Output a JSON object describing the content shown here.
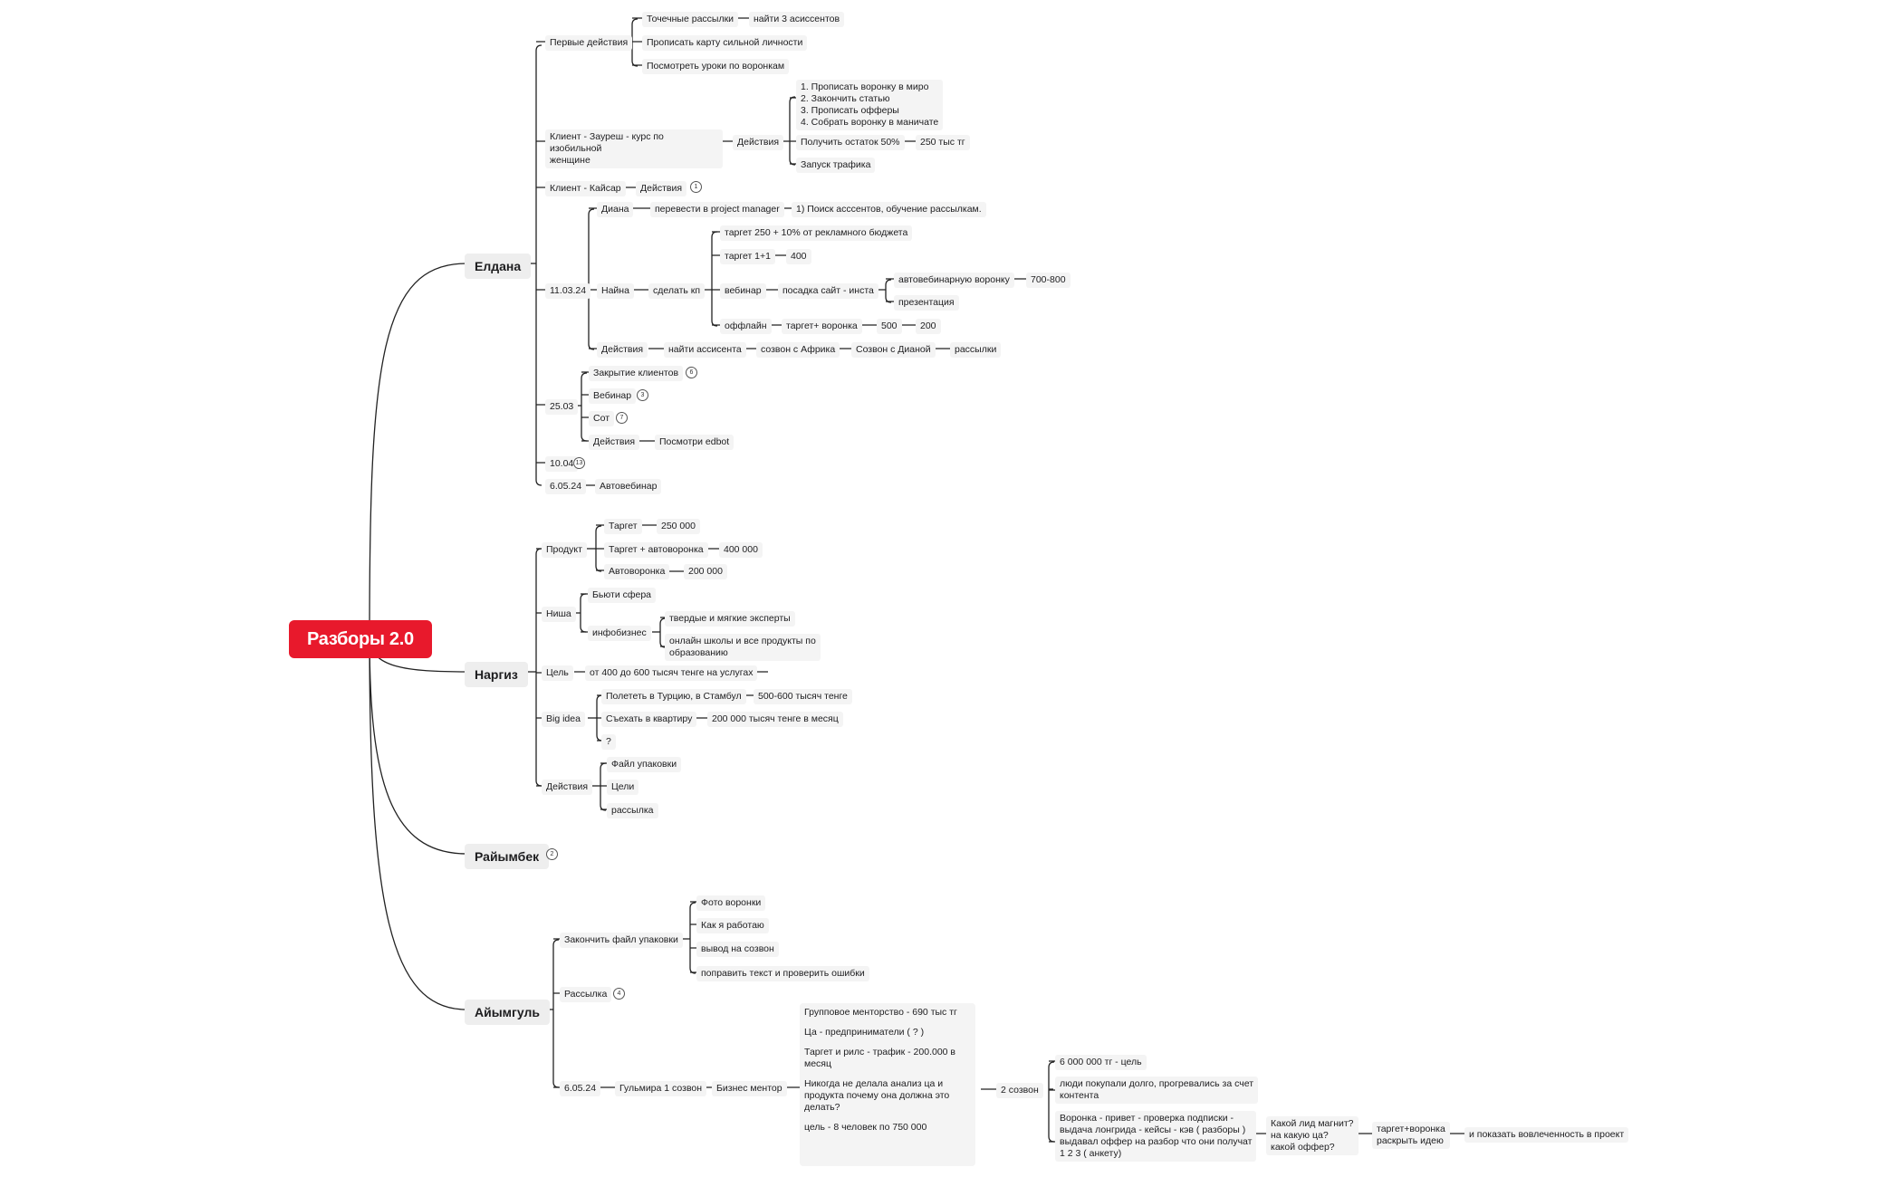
{
  "root": "Разборы 2.0",
  "eldana": {
    "label": "Елдана",
    "first_actions": {
      "label": "Первые действия",
      "point_mailings": "Точечные рассылки",
      "find_assistants": "найти 3 асиссентов",
      "strong_map": "Прописать карту сильной личности",
      "watch_lessons": "Посмотреть уроки по воронкам"
    },
    "client_zauresh": {
      "label": [
        "Клиент - Зауреш - курс по изобильной",
        "женщине"
      ],
      "actions": "Действия",
      "steps": [
        "1. Прописать воронку в миро",
        "2. Закончить статью",
        "3. Прописать офферы",
        "4. Собрать воронку в маничате"
      ],
      "remainder": "Получить остаток 50%",
      "remainder_amount": "250 тыс тг",
      "traffic": "Запуск трафика"
    },
    "client_kaisar": {
      "label": "Клиент - Кайсар",
      "actions": "Действия",
      "badge": "1"
    },
    "d1103": {
      "label": "11.03.24",
      "diana": "Диана",
      "diana_pm": "перевести в project manager",
      "diana_search": "1) Поиск асссентов, обучение рассылкам.",
      "naina": "Найна",
      "make_kp": "сделать кп",
      "target_250": "таргет 250 + 10% от рекламного бюджета",
      "target_11": "таргет 1+1",
      "target_11_val": "400",
      "webinar": "вебинар",
      "landing": "посадка сайт - инста",
      "autowebinar_funnel": "автовебинарную воронку",
      "autowebinar_val": "700-800",
      "presentation": "презентация",
      "offline": "оффлайн",
      "target_funnel": "таргет+ воронка",
      "offline_500": "500",
      "offline_200": "200",
      "actions": "Действия",
      "find_assistant": "найти ассисента",
      "call_africa": "созвон с Африка",
      "call_diana": "Созвон с Дианой",
      "mailings": "рассылки"
    },
    "d2503": {
      "label": "25.03",
      "closing": "Закрытие клиентов",
      "closing_badge": "6",
      "webinar": "Вебинар",
      "webinar_badge": "3",
      "sot": "Сот",
      "sot_badge": "7",
      "actions": "Действия",
      "watch_edbot": "Посмотри edbot"
    },
    "d1004": {
      "label": "10.04",
      "badge": "13"
    },
    "d0605": {
      "label": "6.05.24",
      "autowebinar": "Автовебинар"
    }
  },
  "nargiz": {
    "label": "Наргиз",
    "product": {
      "label": "Продукт",
      "target": "Таргет",
      "target_val": "250 000",
      "target_auto": "Таргет + автоворонка",
      "target_auto_val": "400 000",
      "auto": "Автоворонка",
      "auto_val": "200 000"
    },
    "niche": {
      "label": "Ниша",
      "beauty": "Бьюти сфера",
      "infobiz": "инфобизнес",
      "experts": "твердые и мягкие эксперты",
      "schools": [
        "онлайн школы и все продукты по",
        "образованию"
      ]
    },
    "goal": {
      "label": "Цель",
      "text": "от 400 до 600 тысяч тенге на услугах"
    },
    "big_idea": {
      "label": "Big idea",
      "turkey": "Полететь в Турцию, в Стамбул",
      "turkey_val": "500-600 тысяч тенге",
      "apartment": "Съехать в квартиру",
      "apartment_val": "200 000 тысяч тенге в месяц",
      "q": "?"
    },
    "actions": {
      "label": "Действия",
      "pack_file": "Файл упаковки",
      "goals": "Цели",
      "mailing": "рассылка"
    }
  },
  "raiymbek": {
    "label": "Райымбек",
    "badge": "2"
  },
  "aiymgul": {
    "label": "Айымгуль",
    "finish_pack": {
      "label": "Закончить файл упаковки",
      "photo": "Фото воронки",
      "how_work": "Как я работаю",
      "call_output": "вывод на созвон",
      "fix_text": "поправить текст и проверить ошибки"
    },
    "mailing": {
      "label": "Рассылка",
      "badge": "4"
    },
    "d0605": {
      "label": "6.05.24",
      "gulmira": "Гульмира 1 созвон",
      "mentor": "Бизнес ментор",
      "note": [
        "Групповое менторство - 690 тыс тг",
        "Ца - предприниматели ( ? )",
        "Таргет и рилс - трафик - 200.000 в месяц",
        "Никогда не делала анализ ца и продукта почему она должна это делать?",
        "цель - 8 человек по 750 000"
      ],
      "call2": "2 созвон",
      "goal6m": "6 000 000 тг - цель",
      "people": [
        "люди покупали долго, прогревались за счет",
        "контента"
      ],
      "funnel": [
        "Воронка - привет - проверка подписки -",
        "выдача лонгрида - кейсы - кэв ( разборы )",
        "выдавал оффер на разбор что они получат",
        "1 2 3 ( анкету)"
      ],
      "lead_q": [
        "Какой лид магнит?",
        "на какую ца?",
        "какой оффер?"
      ],
      "target_funnel": [
        "таргет+воронка",
        "раскрыть идею"
      ],
      "show": "и показать вовлеченность в проект"
    }
  }
}
